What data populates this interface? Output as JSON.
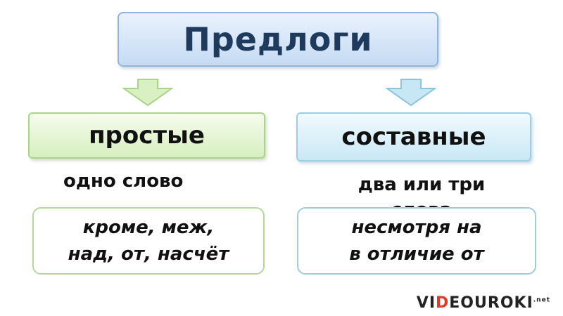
{
  "title": "Предлоги",
  "simple": {
    "heading": "простые",
    "description": "одно слово",
    "examples": [
      "кроме, меж,",
      "над, от, насчёт"
    ]
  },
  "compound": {
    "heading": "составные",
    "description": "два или три слова",
    "examples": [
      "несмотря на",
      "в отличие от"
    ]
  },
  "watermark": {
    "part1": "VI",
    "accent": "D",
    "part2": "EOUROKI",
    "suffix": ".net"
  },
  "colors": {
    "title_text": "#1e3a5c",
    "green_arrow": "#c5e6a6",
    "blue_arrow": "#a8d8ee",
    "watermark_accent": "#e23a2a"
  }
}
